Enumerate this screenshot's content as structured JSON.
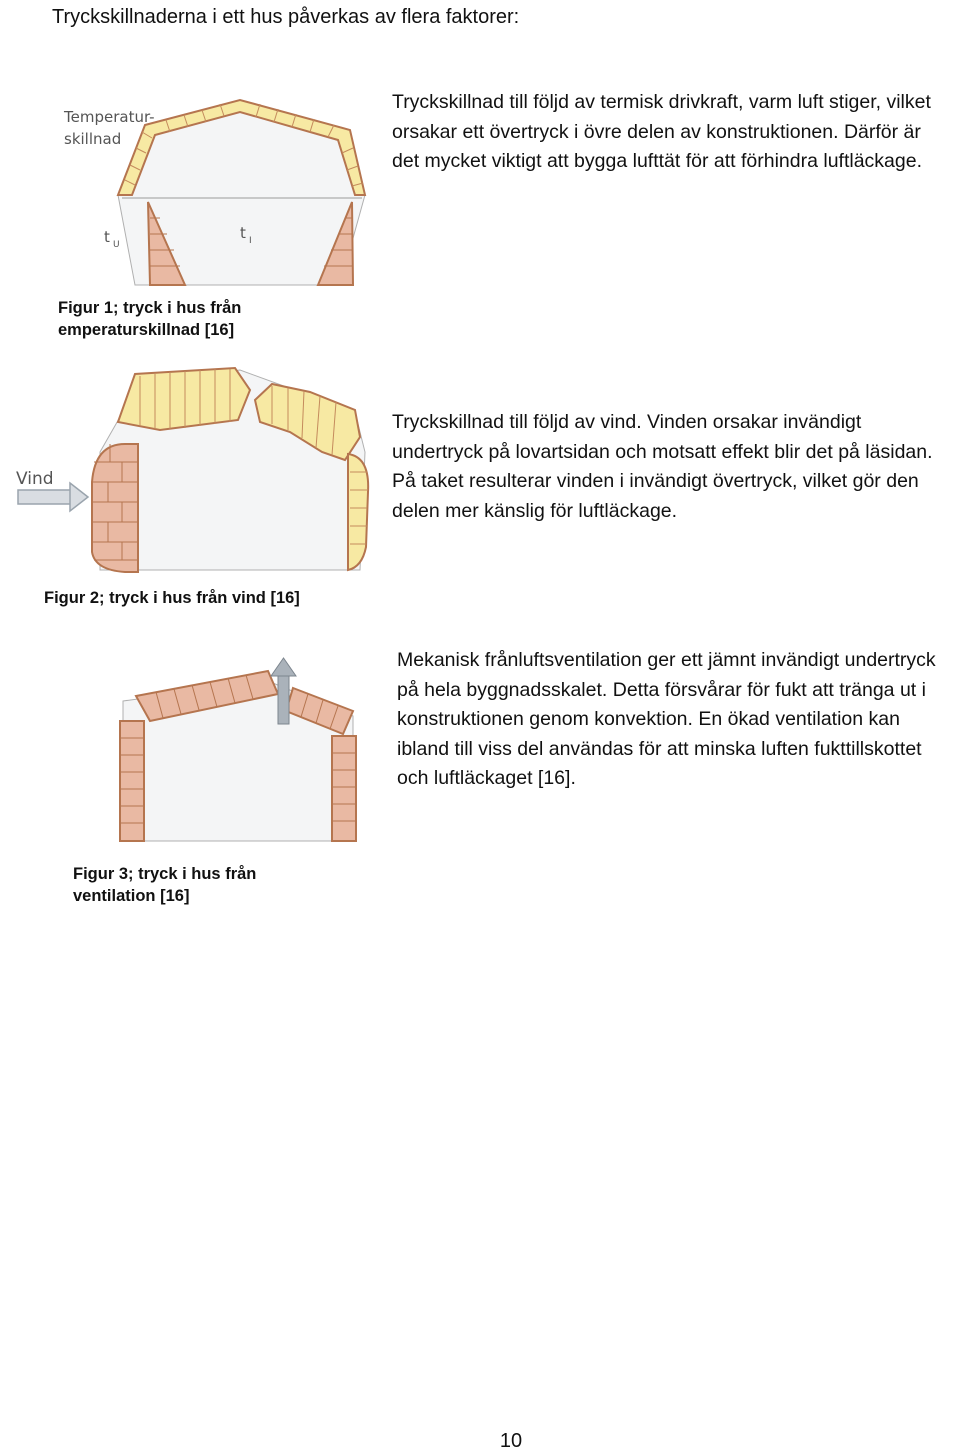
{
  "intro": "Tryckskillnaderna i ett hus påverkas av flera faktorer:",
  "sections": [
    {
      "text": "Tryckskillnad till följd av termisk drivkraft, varm luft stiger, vilket orsakar ett övertryck i övre delen av konstruktionen. Därför är det mycket viktigt att bygga lufttät för att förhindra luftläckage.",
      "caption_lines": [
        "Figur 1; tryck i hus från",
        "emperaturskillnad [16]"
      ],
      "figure_labels": {
        "label_line1": "Temperatur-",
        "label_line2": "skillnad",
        "t_outside": "t",
        "t_outside_sub": "U",
        "t_inside": "t",
        "t_inside_sub": "I"
      }
    },
    {
      "text": "Tryckskillnad till följd av vind. Vinden orsakar invändigt undertryck på lovartsidan och motsatt effekt blir det på läsidan. På taket resulterar vinden i invändigt övertryck, vilket gör den delen mer känslig för luftläckage.",
      "caption_lines": [
        "Figur 2; tryck i hus från vind [16]"
      ],
      "figure_labels": {
        "wind": "Vind"
      }
    },
    {
      "text": "Mekanisk frånluftsventilation ger ett jämnt invändigt undertryck på hela byggnadsskalet. Detta försvårar för fukt att tränga ut i konstruktionen genom konvektion. En ökad ventilation kan ibland till viss del användas för att minska luften fukttillskottet och luftläckaget [16].",
      "caption_lines": [
        "Figur 3; tryck i hus från",
        "ventilation  [16]"
      ]
    }
  ],
  "page_number": "10",
  "colors": {
    "overpressure_fill": "#f7e9a3",
    "underpressure_fill": "#e9b9a3",
    "stroke": "#b5754f",
    "house_fill": "#f4f5f6"
  }
}
